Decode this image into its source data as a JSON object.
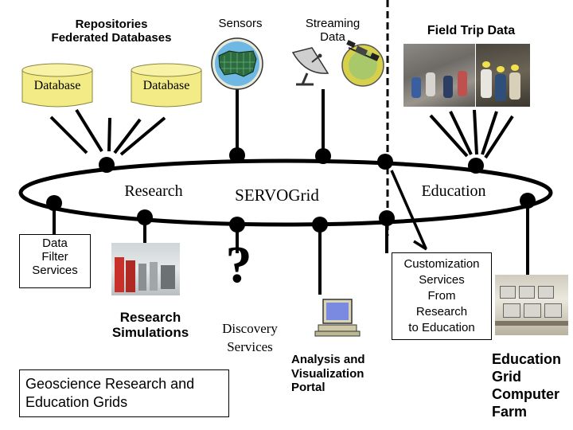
{
  "repositories": {
    "title_line1": "Repositories",
    "title_line2": "Federated Databases",
    "database_left": "Database",
    "database_right": "Database"
  },
  "sensors": {
    "label": "Sensors"
  },
  "streaming": {
    "label_line1": "Streaming",
    "label_line2": "Data"
  },
  "field_trip": {
    "label": "Field Trip Data"
  },
  "grid": {
    "research_label": "Research",
    "servogrid_label": "SERVOGrid",
    "education_label": "Education"
  },
  "data_filter": {
    "line1": "Data",
    "line2": "Filter",
    "line3": "Services"
  },
  "research_simulations": {
    "line1": "Research",
    "line2": "Simulations"
  },
  "discovery": {
    "symbol": "?",
    "line1": "Discovery",
    "line2": "Services"
  },
  "analysis_portal": {
    "line1": "Analysis and",
    "line2": "Visualization",
    "line3": "Portal"
  },
  "customization": {
    "line1": "Customization",
    "line2": "Services",
    "line3": "From",
    "line4": "Research",
    "line5": "to Education"
  },
  "geoscience": {
    "line1": "Geoscience Research and",
    "line2": "Education Grids"
  },
  "education_grid": {
    "line1": "Education",
    "line2": "Grid",
    "line3": "Computer",
    "line4": "Farm"
  },
  "colors": {
    "database_fill": "#f3ec86",
    "map_fill": "#66b4e0",
    "globe_fill": "#d7d04a",
    "monitor_fill": "#7a8ae0"
  }
}
